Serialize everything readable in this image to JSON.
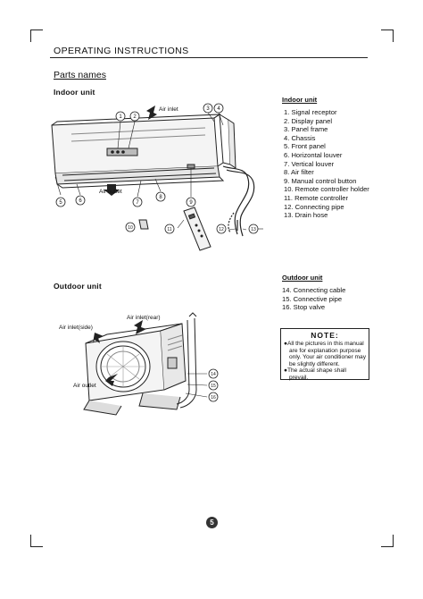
{
  "header": {
    "title": "OPERATING INSTRUCTIONS"
  },
  "section": {
    "title": "Parts names"
  },
  "indoor": {
    "heading": "Indoor unit",
    "list_title": "Indoor unit",
    "diagram": {
      "air_inlet": "Air inlet",
      "air_outlet": "Air outlet"
    },
    "items": [
      "1.   Signal receptor",
      "2.   Display panel",
      "3.   Panel frame",
      "4.   Chassis",
      "5.   Front panel",
      "6.   Horizontal louver",
      "7.   Vertical louver",
      "8.   Air filter",
      "9.   Manual control button",
      "10.  Remote controller holder",
      "11.  Remote controller",
      "12.  Connecting pipe",
      "13.  Drain hose"
    ]
  },
  "outdoor": {
    "heading": "Outdoor unit",
    "list_title": "Outdoor unit",
    "diagram": {
      "air_inlet_side": "Air inlet(side)",
      "air_inlet_rear": "Air inlet(rear)",
      "air_outlet": "Air outlet"
    },
    "items": [
      "14.  Connecting cable",
      "15.  Connective pipe",
      "16.  Stop valve"
    ]
  },
  "note": {
    "title": "NOTE:",
    "bullet_1": "All the pictures in this manual are for explanation purpose only. Your air conditioner may be slightly different.",
    "bullet_2": "The actual shape shall prevail."
  },
  "page": {
    "number": "5"
  },
  "callouts": {
    "c1": "1",
    "c2": "2",
    "c3": "3",
    "c4": "4",
    "c5": "5",
    "c6": "6",
    "c7": "7",
    "c8": "8",
    "c9": "9",
    "c10": "10",
    "c11": "11",
    "c12": "12",
    "c13": "13",
    "c14": "14",
    "c15": "15",
    "c16": "16"
  }
}
